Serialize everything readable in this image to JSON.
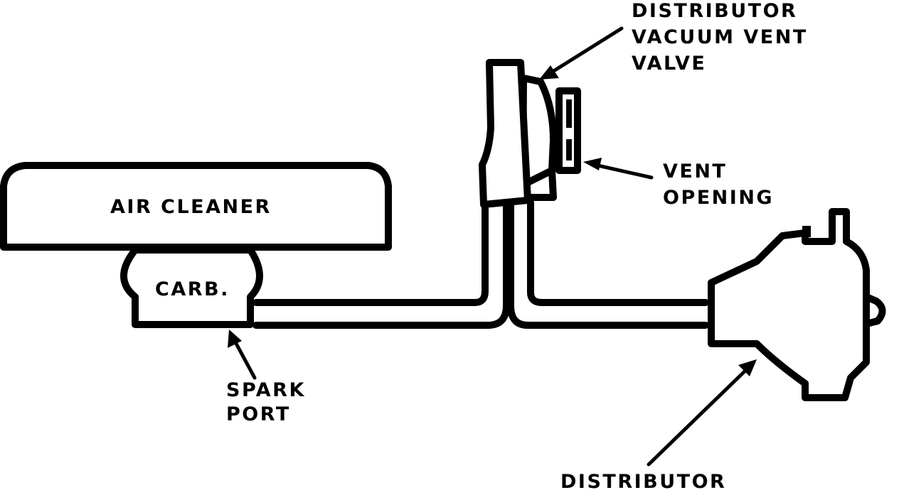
{
  "colors": {
    "ink": "#000000",
    "paper": "#ffffff"
  },
  "labels": {
    "air_cleaner": "AIR CLEANER",
    "carb": "CARB.",
    "spark_port": [
      "SPARK",
      "PORT"
    ],
    "valve": [
      "DISTRIBUTOR",
      "VACUUM VENT",
      "VALVE"
    ],
    "vent_opening": [
      "VENT",
      "OPENING"
    ],
    "distributor": "DISTRIBUTOR"
  }
}
